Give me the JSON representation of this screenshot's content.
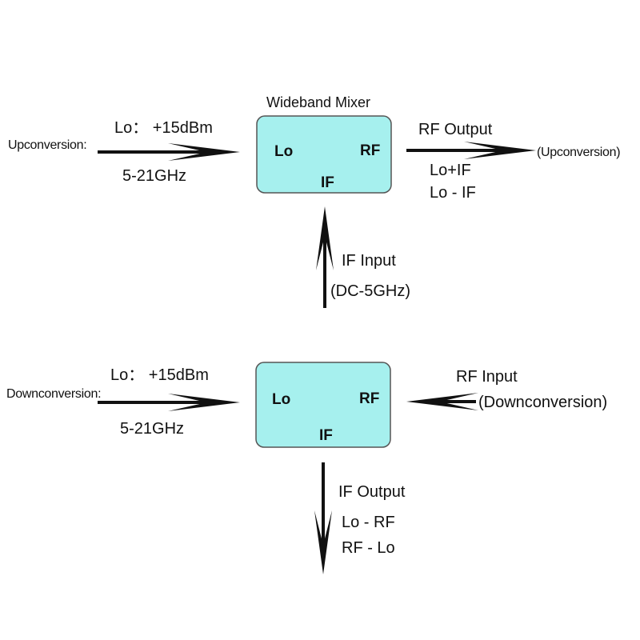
{
  "colors": {
    "box_fill": "#a6f0ee",
    "box_stroke": "#555555",
    "arrow": "#111111",
    "text": "#111111"
  },
  "upconversion": {
    "mixer_title": "Wideband Mixer",
    "mode_label": "Upconversion:",
    "lo_power": "Lo： +15dBm",
    "lo_freq": "5-21GHz",
    "port_lo": "Lo",
    "port_rf": "RF",
    "port_if": "IF",
    "rf_output_label": "RF Output",
    "rf_output_note": "(Upconversion)",
    "rf_output_product_1": "Lo+IF",
    "rf_output_product_2": "Lo - IF",
    "if_input_label": "IF Input",
    "if_input_range": "(DC-5GHz)"
  },
  "downconversion": {
    "mode_label": "Downconversion:",
    "lo_power": "Lo： +15dBm",
    "lo_freq": "5-21GHz",
    "port_lo": "Lo",
    "port_rf": "RF",
    "port_if": "IF",
    "rf_input_label": "RF Input",
    "rf_input_note": "(Downconversion)",
    "if_output_label": "IF Output",
    "if_output_product_1": "Lo - RF",
    "if_output_product_2": "RF - Lo"
  }
}
